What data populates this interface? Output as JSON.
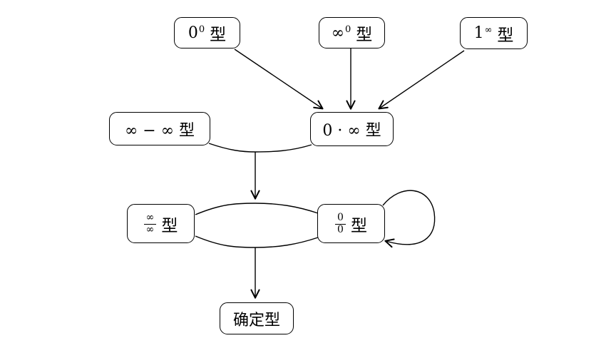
{
  "diagram": {
    "background_color": "#ffffff",
    "stroke_color": "#000000",
    "text_color": "#000000"
  },
  "nodes": {
    "pow_zero_zero": {
      "base": "0",
      "sup": "0",
      "suffix": "型"
    },
    "pow_inf_zero": {
      "base": "∞",
      "sup": "0",
      "suffix": "型"
    },
    "pow_one_inf": {
      "base": "1",
      "sup": "∞",
      "suffix": "型"
    },
    "inf_minus_inf": {
      "text": "∞ − ∞ 型"
    },
    "zero_times_inf": {
      "text": "0 · ∞ 型"
    },
    "inf_over_inf": {
      "num": "∞",
      "den": "∞",
      "suffix": "型"
    },
    "zero_over_zero": {
      "num": "0",
      "den": "0",
      "suffix": "型"
    },
    "determinate": {
      "text": "确定型"
    }
  },
  "edges": [
    {
      "from": "0^0 型",
      "to": "0 · ∞ 型",
      "style": "straight",
      "arrow": true
    },
    {
      "from": "∞^0 型",
      "to": "0 · ∞ 型",
      "style": "straight",
      "arrow": true
    },
    {
      "from": "1^∞ 型",
      "to": "0 · ∞ 型",
      "style": "straight",
      "arrow": true
    },
    {
      "from": "∞ − ∞ 型",
      "to": "merge-point",
      "style": "curve",
      "arrow": false
    },
    {
      "from": "0 · ∞ 型",
      "to": "merge-point",
      "style": "curve",
      "arrow": false
    },
    {
      "from": "merge-point",
      "to": "∞/∞ 型 ↔ 0/0 型 pair",
      "style": "vertical",
      "arrow": true
    },
    {
      "from": "∞/∞ 型",
      "to": "0/0 型",
      "style": "upper lens curve",
      "arrow": false
    },
    {
      "from": "∞/∞ 型",
      "to": "0/0 型",
      "style": "lower lens curve",
      "arrow": false
    },
    {
      "from": "0/0 型",
      "to": "0/0 型",
      "style": "self-loop right",
      "arrow": true
    },
    {
      "from": "∞/∞ 型 ↔ 0/0 型 pair",
      "to": "确定型",
      "style": "vertical",
      "arrow": true
    }
  ]
}
